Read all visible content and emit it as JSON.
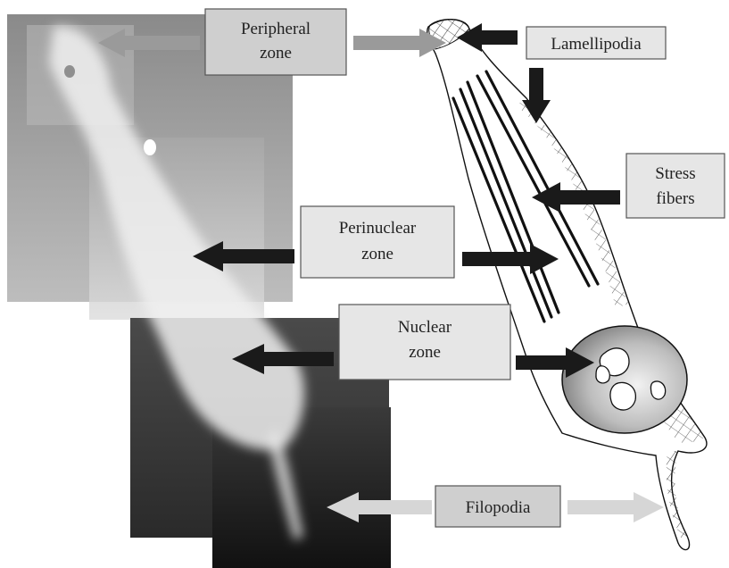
{
  "labels": {
    "peripheral_line1": "Peripheral",
    "peripheral_line2": "zone",
    "lamellipodia": "Lamellipodia",
    "stress_line1": "Stress",
    "stress_line2": "fibers",
    "perinuclear_line1": "Perinuclear",
    "perinuclear_line2": "zone",
    "nuclear_line1": "Nuclear",
    "nuclear_line2": "zone",
    "filopodia": "Filopodia"
  },
  "colors": {
    "arrow_dark": "#1a1a1a",
    "arrow_medium": "#9a9a9a",
    "arrow_light": "#d6d6d6",
    "box_fill_light": "#e6e6e6",
    "box_fill_medium": "#cfcfcf",
    "box_stroke": "#555555"
  }
}
